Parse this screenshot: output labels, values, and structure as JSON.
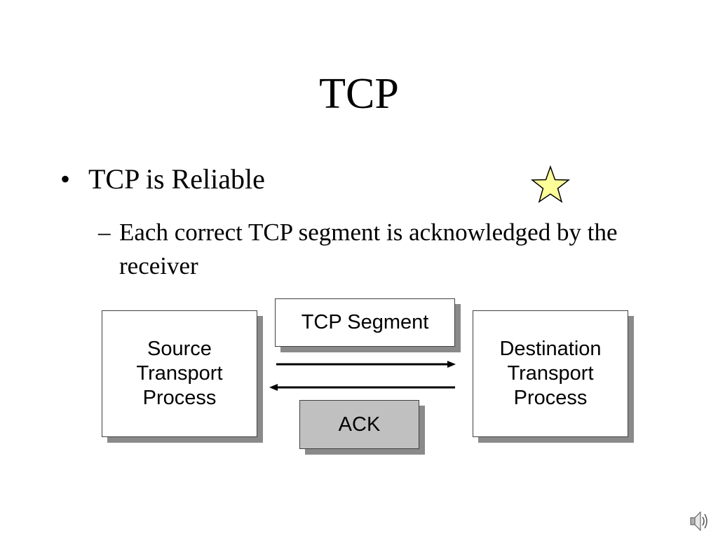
{
  "slide": {
    "title": "TCP",
    "bullet_mark": "•",
    "bullet": "TCP is Reliable",
    "sub_dash": "–",
    "sub_bullet": "Each correct TCP segment is acknowledged by the receiver"
  },
  "diagram": {
    "source": [
      "Source",
      "Transport",
      "Process"
    ],
    "destination": [
      "Destination",
      "Transport",
      "Process"
    ],
    "segment_label": "TCP Segment",
    "ack_label": "ACK"
  },
  "icons": {
    "star": "star-icon",
    "speaker": "speaker-icon",
    "star_color": "#ffff99"
  }
}
